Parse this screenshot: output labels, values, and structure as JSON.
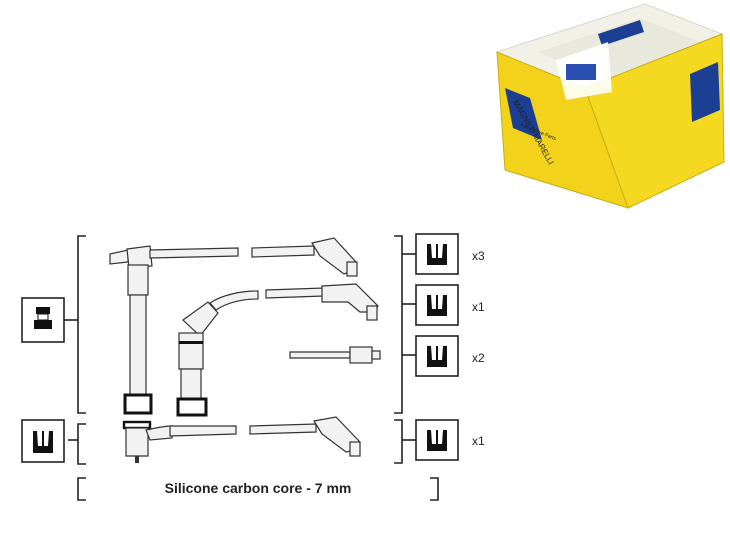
{
  "product_box": {
    "brand_text": "MAGNETI MARELLI",
    "tagline_text": "Automotive Parts",
    "colors": {
      "yellow": "#f2d21b",
      "blue": "#1c3f94",
      "top": "#f1f1e8"
    }
  },
  "diagram": {
    "caption": "Silicone carbon core - 7 mm",
    "groups": [
      {
        "id": "group-1",
        "quantity": "x3",
        "icon": "plug-terminal-icon"
      },
      {
        "id": "group-2",
        "quantity": "x1",
        "icon": "plug-terminal-icon"
      },
      {
        "id": "group-3",
        "quantity": "x2",
        "icon": "plug-terminal-icon"
      },
      {
        "id": "group-4",
        "quantity": "x1",
        "icon": "plug-terminal-icon"
      }
    ],
    "left_icons": [
      {
        "id": "coil-connector",
        "icon": "coil-connector-icon"
      },
      {
        "id": "terminal-left",
        "icon": "plug-terminal-icon"
      }
    ]
  }
}
